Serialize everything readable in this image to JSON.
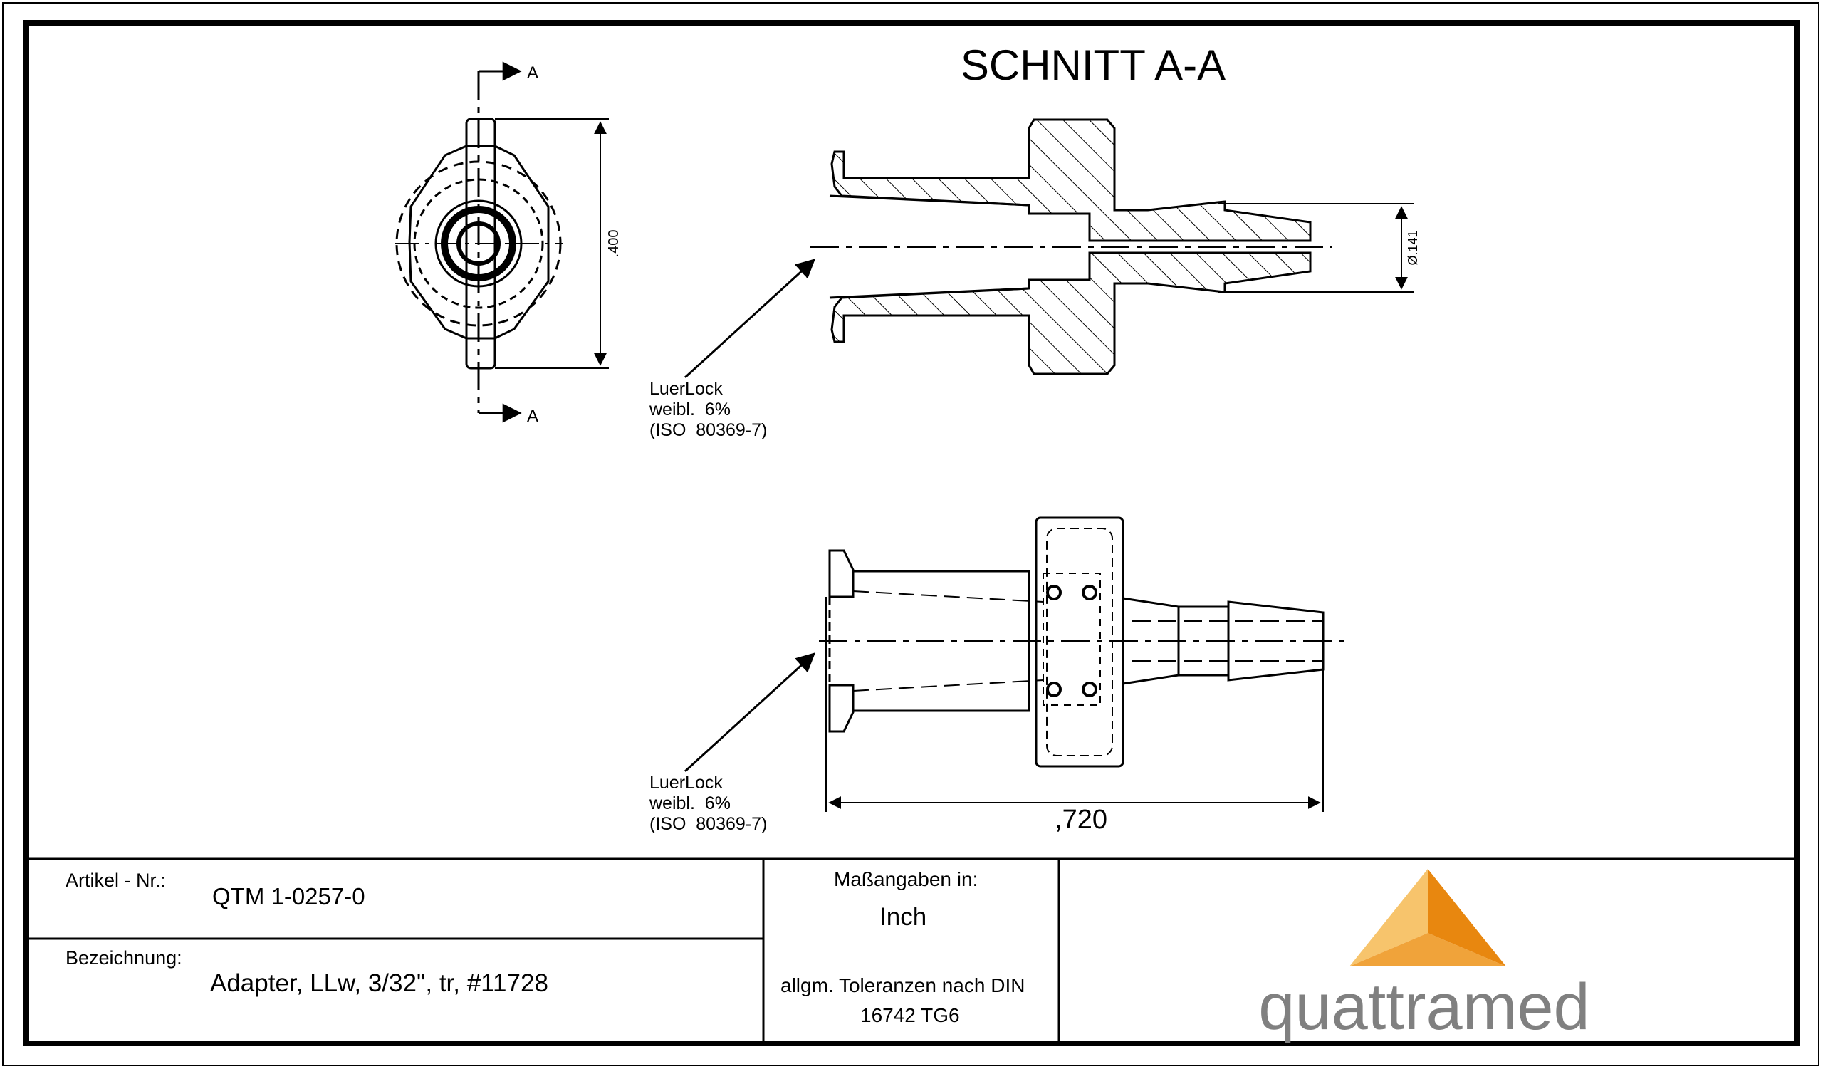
{
  "section_title": "SCHNITT A-A",
  "cut_marker_top": "A",
  "cut_marker_bottom": "A",
  "dimensions": {
    "height": ".400",
    "barb_diameter": "Ø.141",
    "overall_length": ",720"
  },
  "callout_upper": {
    "line1": "LuerLock",
    "line2": "weibl.  6%",
    "line3": "(ISO  80369-7)"
  },
  "callout_lower": {
    "line1": "LuerLock",
    "line2": "weibl.  6%",
    "line3": "(ISO  80369-7)"
  },
  "title_block": {
    "article_label": "Artikel - Nr.:",
    "article_value": "QTM 1-0257-0",
    "designation_label": "Bezeichnung:",
    "designation_value": "Adapter, LLw, 3/32\", tr, #11728",
    "units_label": "Maßangaben in:",
    "units_value": "Inch",
    "tolerance_line1": "allgm. Toleranzen nach DIN",
    "tolerance_line2": "16742 TG6"
  },
  "logo": {
    "wordmark": "quattramed",
    "color_light": "#F7C46C",
    "color_mid": "#F0A33A",
    "color_dark": "#E8870F",
    "wordmark_color": "#808080"
  }
}
